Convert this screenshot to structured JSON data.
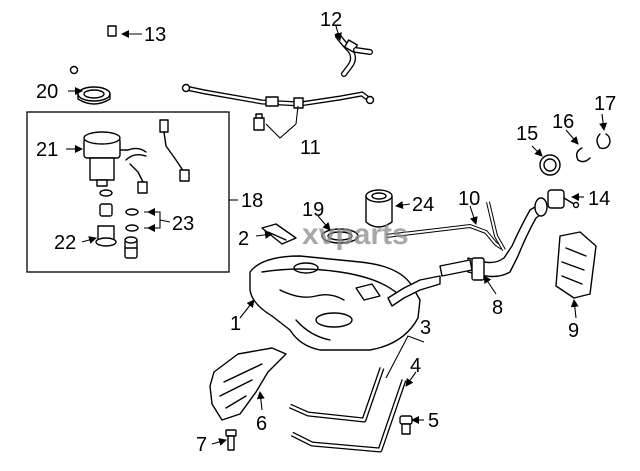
{
  "diagram": {
    "callouts": {
      "c1": "1",
      "c2": "2",
      "c3": "3",
      "c4": "4",
      "c5": "5",
      "c6": "6",
      "c7": "7",
      "c8": "8",
      "c9": "9",
      "c10": "10",
      "c11": "11",
      "c12": "12",
      "c13": "13",
      "c14": "14",
      "c15": "15",
      "c16": "16",
      "c17": "17",
      "c18": "18",
      "c19": "19",
      "c20": "20",
      "c21": "21",
      "c22": "22",
      "c23": "23",
      "c24": "24"
    },
    "watermark": "xvparts"
  }
}
